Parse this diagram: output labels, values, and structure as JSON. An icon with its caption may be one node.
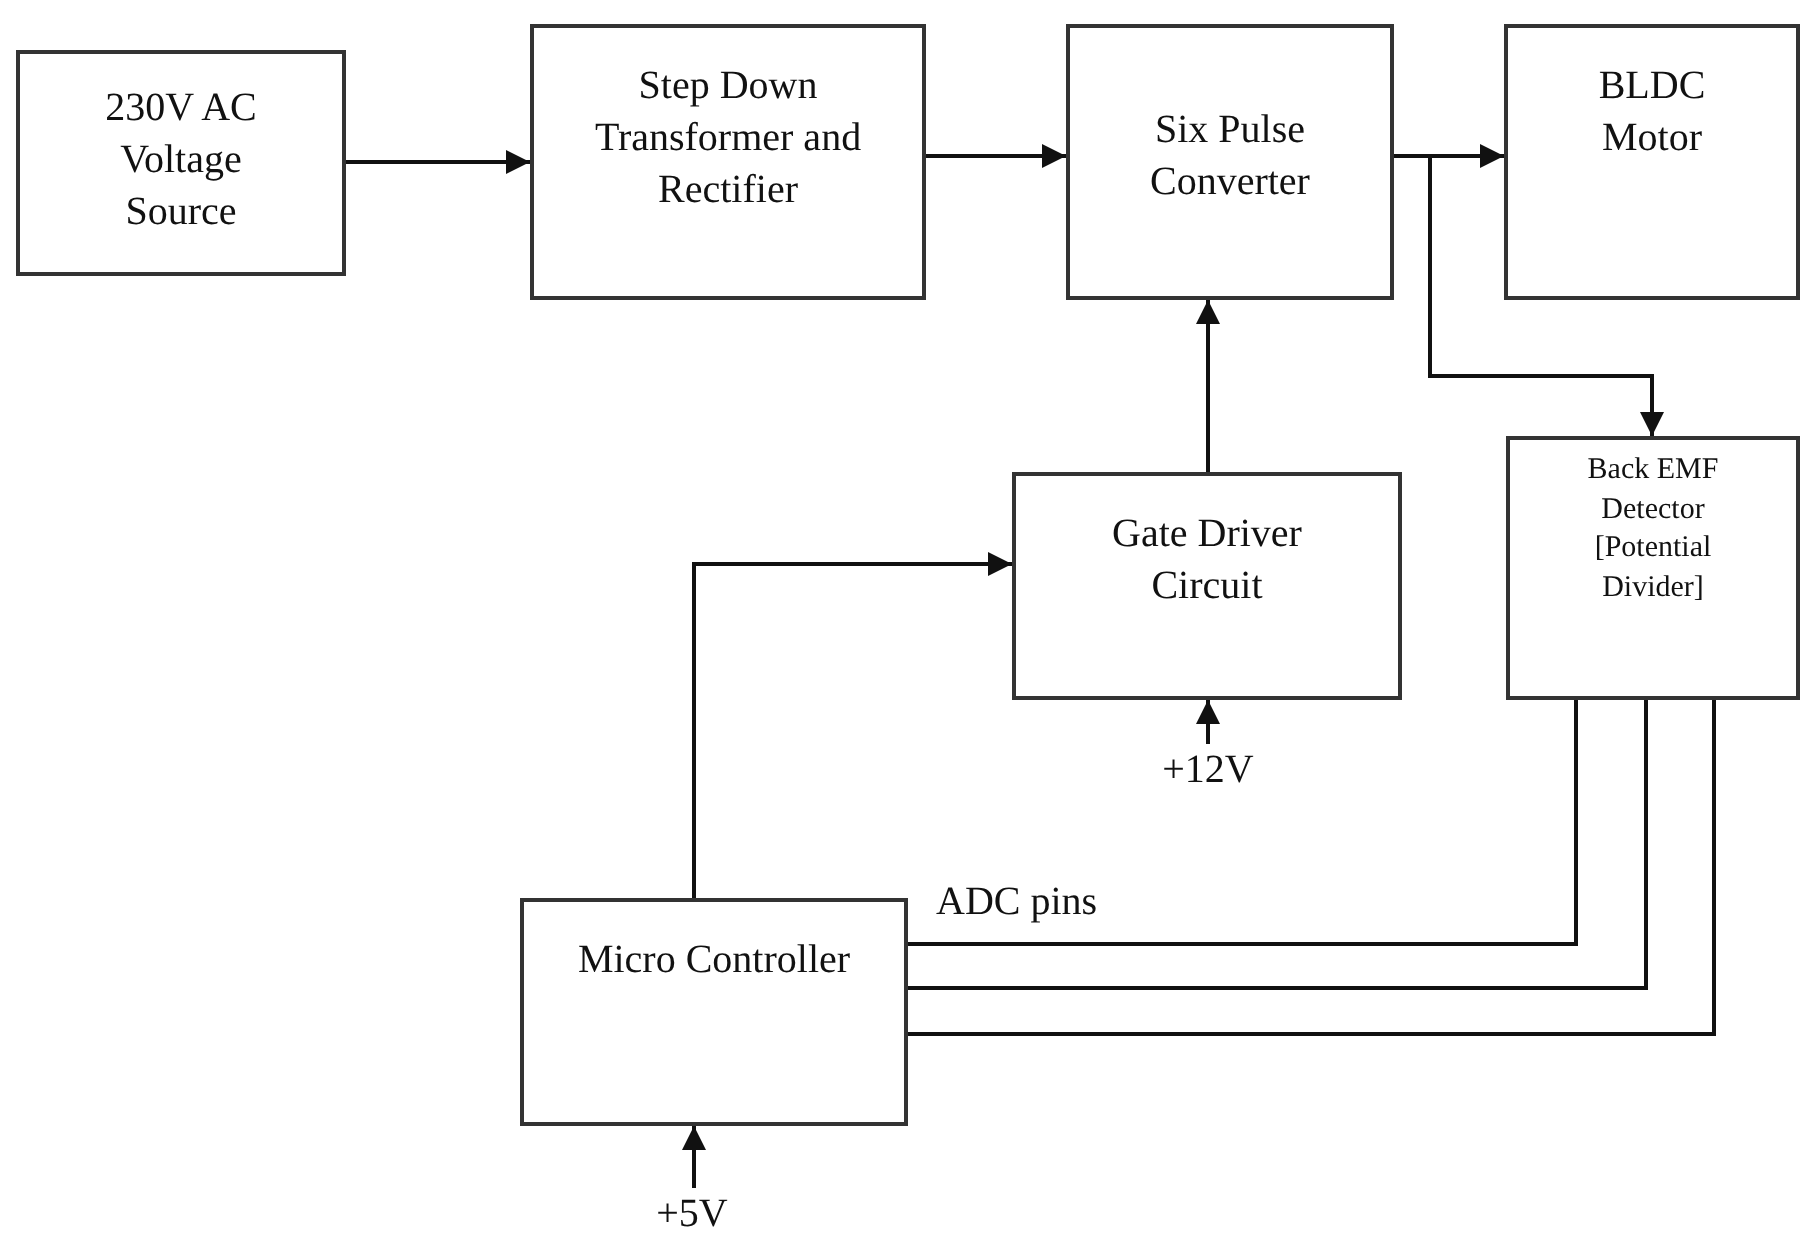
{
  "diagram": {
    "nodes": [
      {
        "text": [
          "230V AC Voltage Source"
        ]
      },
      {
        "text": [
          "Step Down Transformer and Rectifier"
        ]
      },
      {
        "text": [
          "Six Pulse Converter"
        ]
      },
      {
        "text": [
          "BLDC Motor"
        ]
      },
      {
        "text": [
          "Back EMF Detector [Potential Divider]"
        ]
      },
      {
        "text": [
          "Gate Driver Circuit"
        ]
      },
      {
        "text": [
          "Micro Controller"
        ]
      },
      {
        "text": [
          "+12V"
        ]
      },
      {
        "text": [
          "+5V"
        ]
      }
    ],
    "edges": [
      {
        "from": 0,
        "to": 1,
        "arrow": "to"
      },
      {
        "from": 1,
        "to": 2,
        "arrow": "to"
      },
      {
        "from": 2,
        "to": 3,
        "arrow": "to"
      },
      {
        "from": 2,
        "to": 4,
        "arrow": "to"
      },
      {
        "from": 5,
        "to": 2,
        "arrow": "to"
      },
      {
        "from": 6,
        "to": 5,
        "arrow": "to"
      },
      {
        "from": 7,
        "to": 5,
        "arrow": "to"
      },
      {
        "from": 8,
        "to": 6,
        "arrow": "to"
      },
      {
        "from": 4,
        "to": 6,
        "arrow": "none",
        "label": "ADC pins"
      },
      {
        "from": 4,
        "to": 6,
        "arrow": "none"
      },
      {
        "from": 4,
        "to": 6,
        "arrow": "none"
      }
    ]
  }
}
